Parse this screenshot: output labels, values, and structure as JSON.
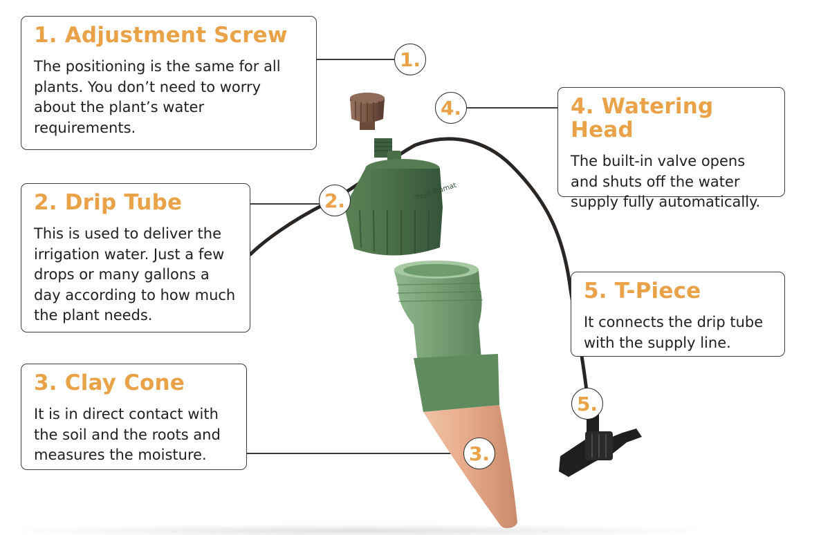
{
  "parts": [
    {
      "number": "1.",
      "title": "1. Adjustment Screw",
      "description": "The positioning is the same for all plants. You don’t need to worry about the plant’s water requirements."
    },
    {
      "number": "2.",
      "title": "2. Drip Tube",
      "description": "This is used to deliver the irrigation water. Just a few drops or many gallons a day according to how much the plant needs."
    },
    {
      "number": "3.",
      "title": "3. Clay Cone",
      "description": "It is in direct contact with the soil and the roots and measures the moisture."
    },
    {
      "number": "4.",
      "title": "4. Watering Head",
      "description": "The built-in valve opens and shuts off the water supply fully automatically."
    },
    {
      "number": "5.",
      "title": "5. T-Piece",
      "description": "It connects the drip tube with the supply line."
    }
  ],
  "product_label": "Tropf Blumat",
  "colors": {
    "accent": "#e9a247",
    "cap_green": "#4a6e47",
    "reservoir_green": "#6d9a6c",
    "clay": "#e3a989",
    "screw_brown": "#7a5645",
    "tube": "#2a2624"
  }
}
